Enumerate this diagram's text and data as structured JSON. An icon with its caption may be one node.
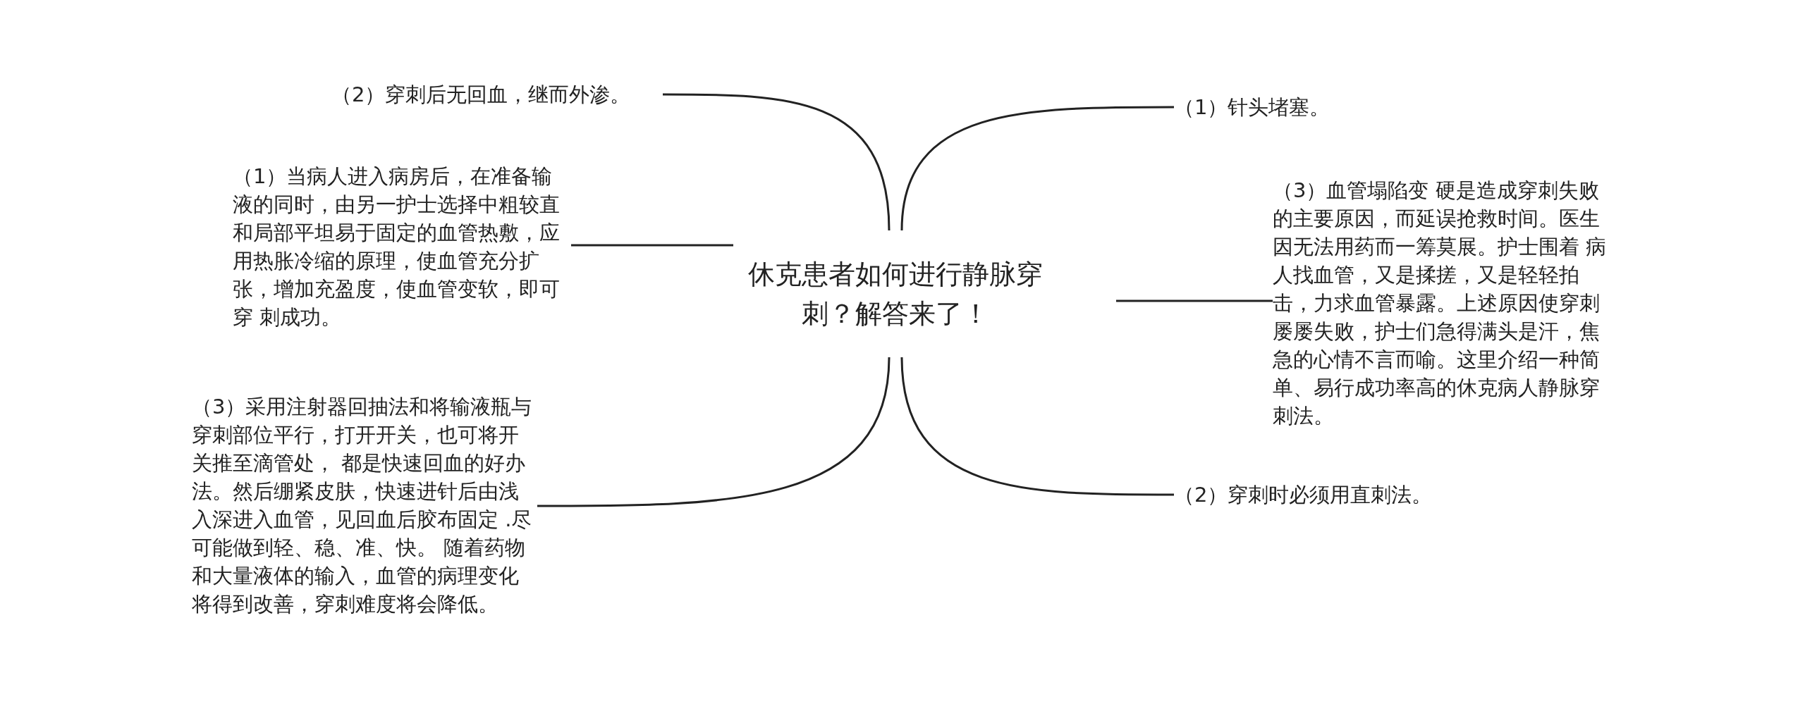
{
  "diagram": {
    "nodes": [
      {
        "text": [
          "休克患者如何进行静脉穿刺？解答来了！"
        ]
      },
      {
        "text": [
          "（2）穿刺后无回血，继而外渗。"
        ]
      },
      {
        "text": [
          "（1）当病人进入病房后，在准备输液的同时，由另一护士选择中粗较直和局部平坦易于固定的血管热敷，应用热胀冷缩的原理，使血管充分扩张，增加充盈度，使血管变软，即可穿 刺成功。"
        ]
      },
      {
        "text": [
          "（3）采用注射器回抽法和将输液瓶与穿刺部位平行，打开开关，也可将开关推至滴管处， 都是快速回血的好办法。然后绷紧皮肤，快速进针后由浅入深进入血管，见回血后胶布固定 .尽可能做到轻、稳、准、快。 随着药物和大量液体的输入，血管的病理变化将得到改善，穿刺难度将会降低。"
        ]
      },
      {
        "text": [
          "（1）针头堵塞。"
        ]
      },
      {
        "text": [
          "（3）血管塌陷变 硬是造成穿刺失败的主要原因，而延误抢救时间。医生因无法用药而一筹莫展。护士围着 病人找血管，又是揉搓，又是轻轻拍击，力求血管暴露。上述原因使穿刺屡屡失败，护士们急得满头是汗，焦急的心情不言而喻。这里介绍一种简单、易行成功率高的休克病人静脉穿刺法。"
        ]
      },
      {
        "text": [
          "（2）穿刺时必须用直刺法。"
        ]
      }
    ],
    "edges": [
      {
        "from": 0,
        "to": 1,
        "arrow": "none"
      },
      {
        "from": 0,
        "to": 2,
        "arrow": "none"
      },
      {
        "from": 0,
        "to": 3,
        "arrow": "none"
      },
      {
        "from": 0,
        "to": 4,
        "arrow": "none"
      },
      {
        "from": 0,
        "to": 5,
        "arrow": "none"
      },
      {
        "from": 0,
        "to": 6,
        "arrow": "none"
      }
    ]
  }
}
